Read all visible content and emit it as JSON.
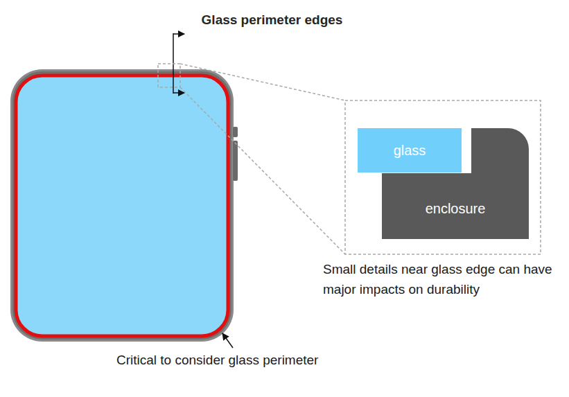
{
  "diagram": {
    "title": "Glass perimeter edges",
    "nodes": [
      {
        "text": [
          "glass"
        ]
      },
      {
        "text": [
          "enclosure"
        ]
      }
    ],
    "labels": [
      "Small details near glass edge can have major impacts on durability",
      "Critical to consider glass perimeter"
    ]
  }
}
